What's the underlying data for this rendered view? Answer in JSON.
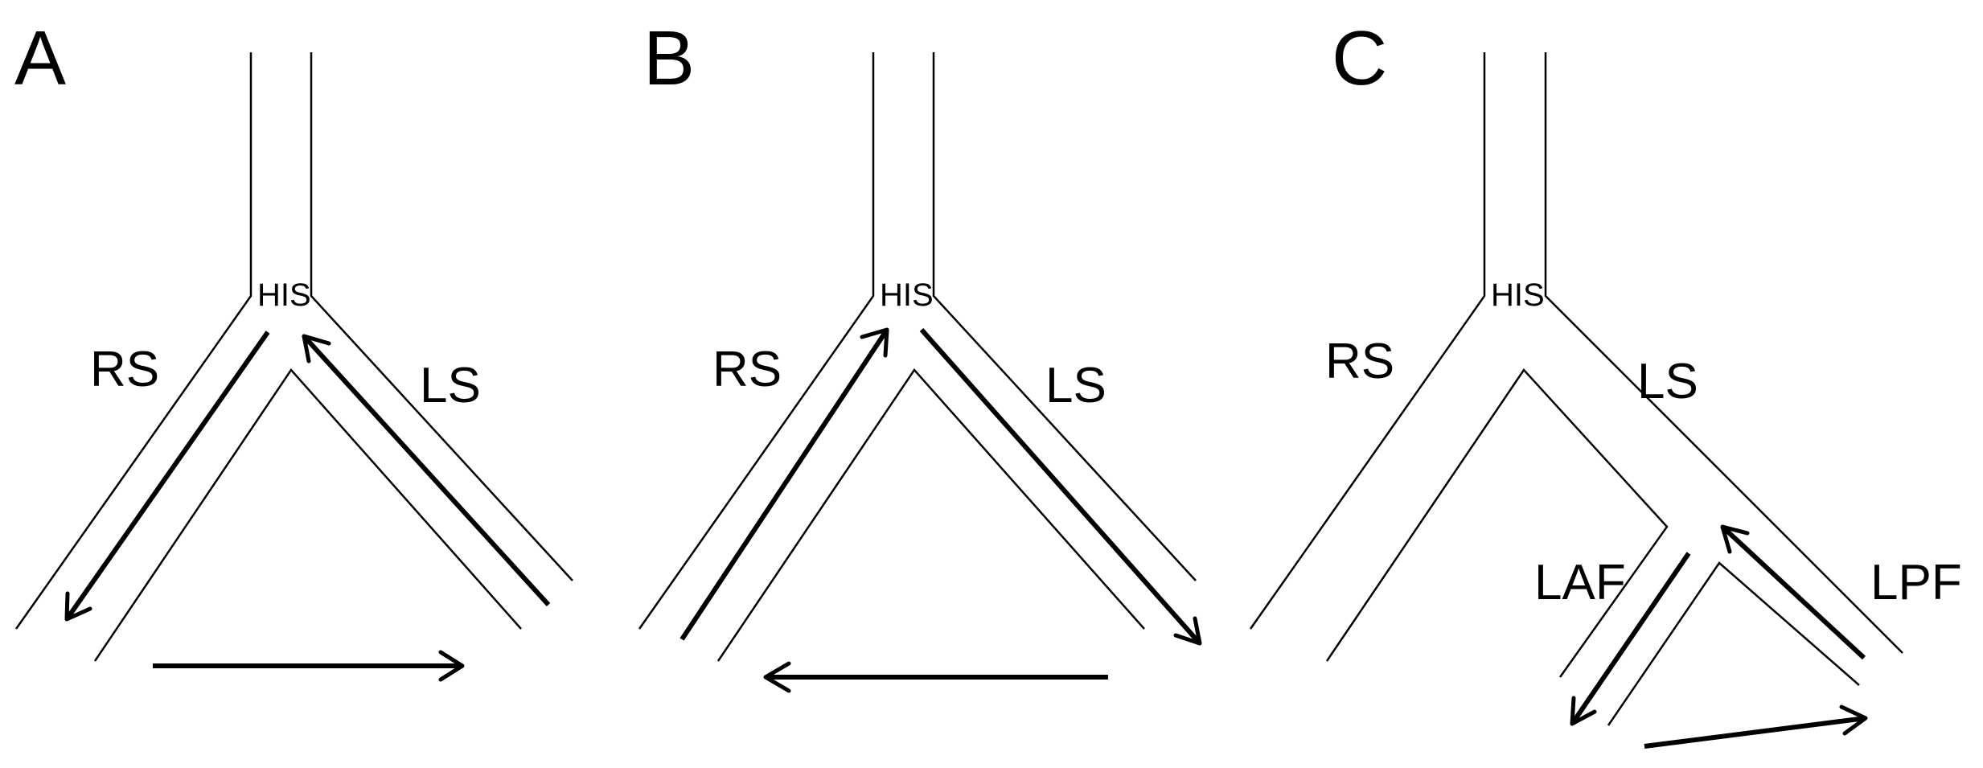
{
  "panels": [
    {
      "letter": "A",
      "labels": {
        "his": "HIS",
        "rs": "RS",
        "ls": "LS"
      }
    },
    {
      "letter": "B",
      "labels": {
        "his": "HIS",
        "rs": "RS",
        "ls": "LS"
      }
    },
    {
      "letter": "C",
      "labels": {
        "his": "HIS",
        "rs": "RS",
        "ls": "LS",
        "laf": "LAF",
        "lpf": "LPF"
      }
    }
  ],
  "colors": {
    "line": "#000000",
    "background": "#ffffff"
  }
}
